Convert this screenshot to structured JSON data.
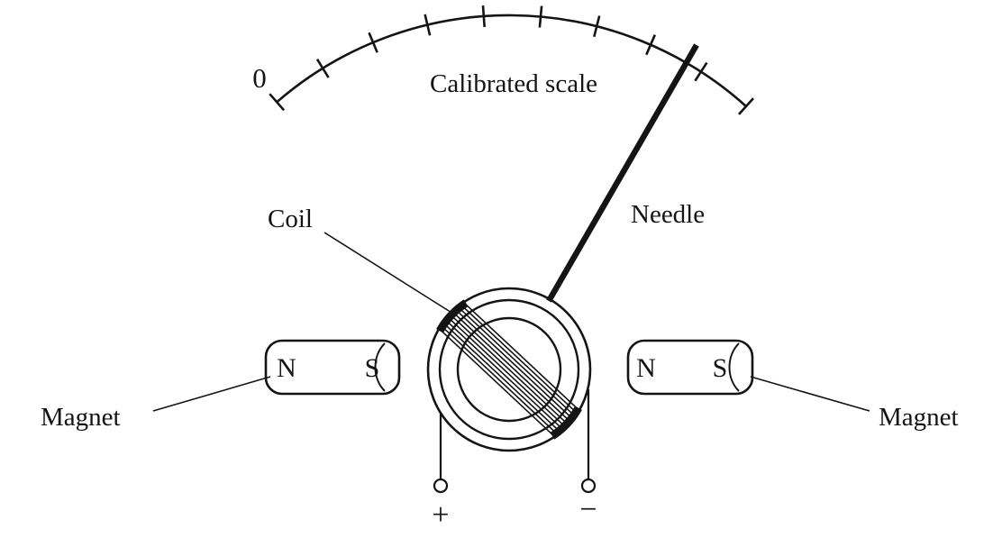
{
  "diagram": {
    "labels": {
      "zero": "0",
      "calibrated_scale": "Calibrated scale",
      "needle": "Needle",
      "coil": "Coil",
      "magnet_left": "Magnet",
      "magnet_right": "Magnet",
      "left_magnet_n": "N",
      "left_magnet_s": "S",
      "right_magnet_n": "N",
      "right_magnet_s": "S",
      "positive_terminal": "+",
      "negative_terminal": "−"
    },
    "colors": {
      "ink": "#141414",
      "background": "#ffffff"
    }
  }
}
